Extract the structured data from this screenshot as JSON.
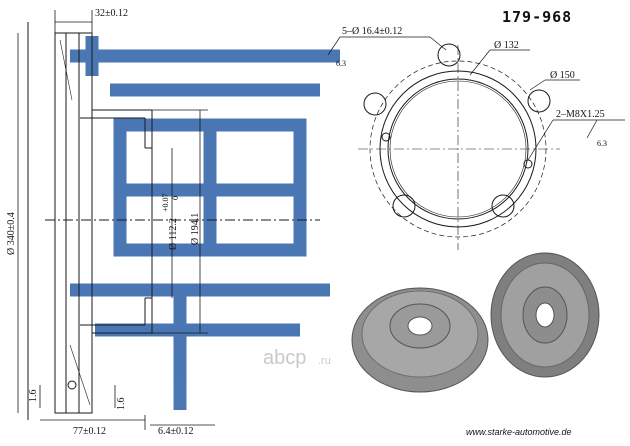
{
  "part_number": "179-968",
  "website": "www.starke-automotive.de",
  "watermark": {
    "brand": "abcp",
    "tld": ".ru"
  },
  "colors": {
    "line": "#1a1a1a",
    "watermark_blue": "#2b5fa8",
    "disc_metal": "#8e8e8e"
  },
  "dimensions": {
    "thickness": "32±0.12",
    "outer_diameter": "Ø 340±0.4",
    "hub_bore": "Ø 112.2",
    "hub_bore_tolerance_upper": "+0.07",
    "hub_bore_tolerance_lower": "0",
    "hat_diameter": "Ø 194.1",
    "hub_height": "77±0.12",
    "min_thickness_offset": "6.4±0.12",
    "chamfer_left": "1.6",
    "chamfer_right": "1.6",
    "bolt_holes": "5–Ø 16.4±0.12",
    "bolt_roughness": "6.3",
    "pcd": "Ø 132",
    "flange_diameter": "Ø 150",
    "thread_holes": "2–M8X1.25",
    "thread_roughness": "6.3"
  }
}
